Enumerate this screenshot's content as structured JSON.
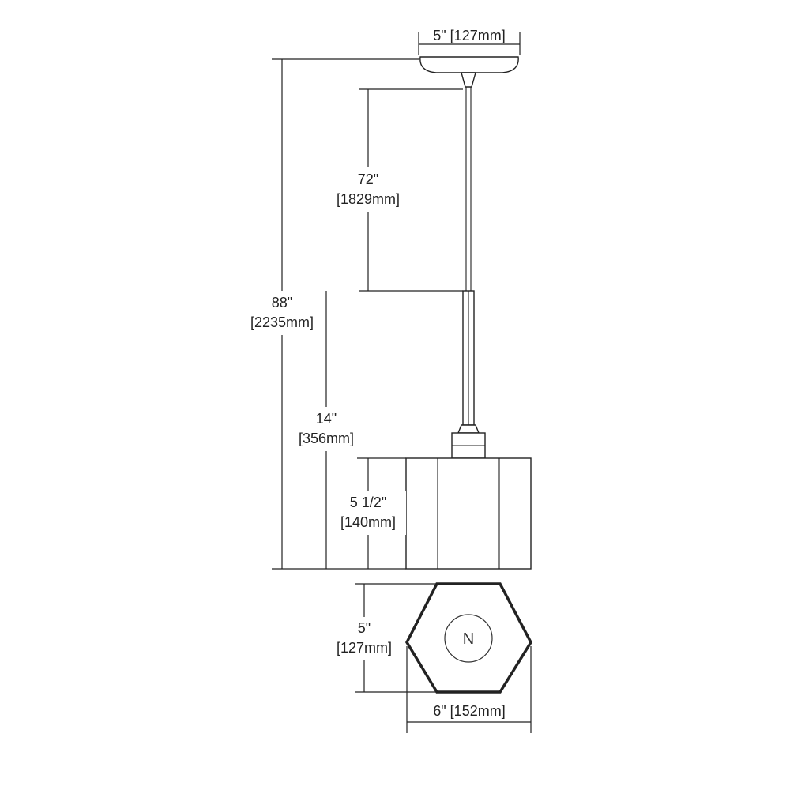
{
  "dimensions": {
    "canopy_width": "5\" [127mm]",
    "cord_length": {
      "imperial": "72\"",
      "metric": "[1829mm]"
    },
    "overall_height": {
      "imperial": "88\"",
      "metric": "[2235mm]"
    },
    "fixture_height": {
      "imperial": "14\"",
      "metric": "[356mm]"
    },
    "shade_height": {
      "imperial": "5 1/2\"",
      "metric": "[140mm]"
    },
    "shade_depth": {
      "imperial": "5\"",
      "metric": "[127mm]"
    },
    "shade_width": "6\" [152mm]"
  },
  "badge": {
    "label": "N"
  },
  "colors": {
    "line": "#222222",
    "background": "#ffffff"
  }
}
